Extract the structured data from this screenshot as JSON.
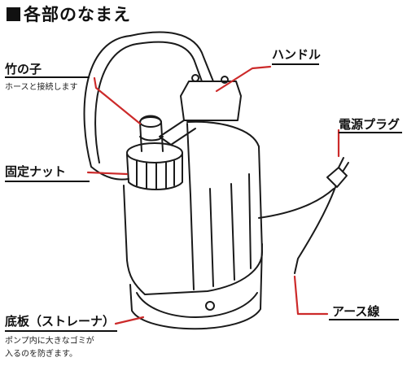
{
  "header": {
    "title": "各部のなまえ",
    "marker_color": "#111111"
  },
  "accent_color": "#cc2a2a",
  "parts": {
    "bamboo": {
      "name": "竹の子",
      "note": "ホースと接続します"
    },
    "handle": {
      "name": "ハンドル"
    },
    "plug": {
      "name": "電源プラグ"
    },
    "nut": {
      "name": "固定ナット"
    },
    "ground": {
      "name": "アース線"
    },
    "base": {
      "name": "底板（ストレーナ）",
      "note_line1": "ポンプ内に大きなゴミが",
      "note_line2": "入るのを防ぎます。"
    }
  }
}
